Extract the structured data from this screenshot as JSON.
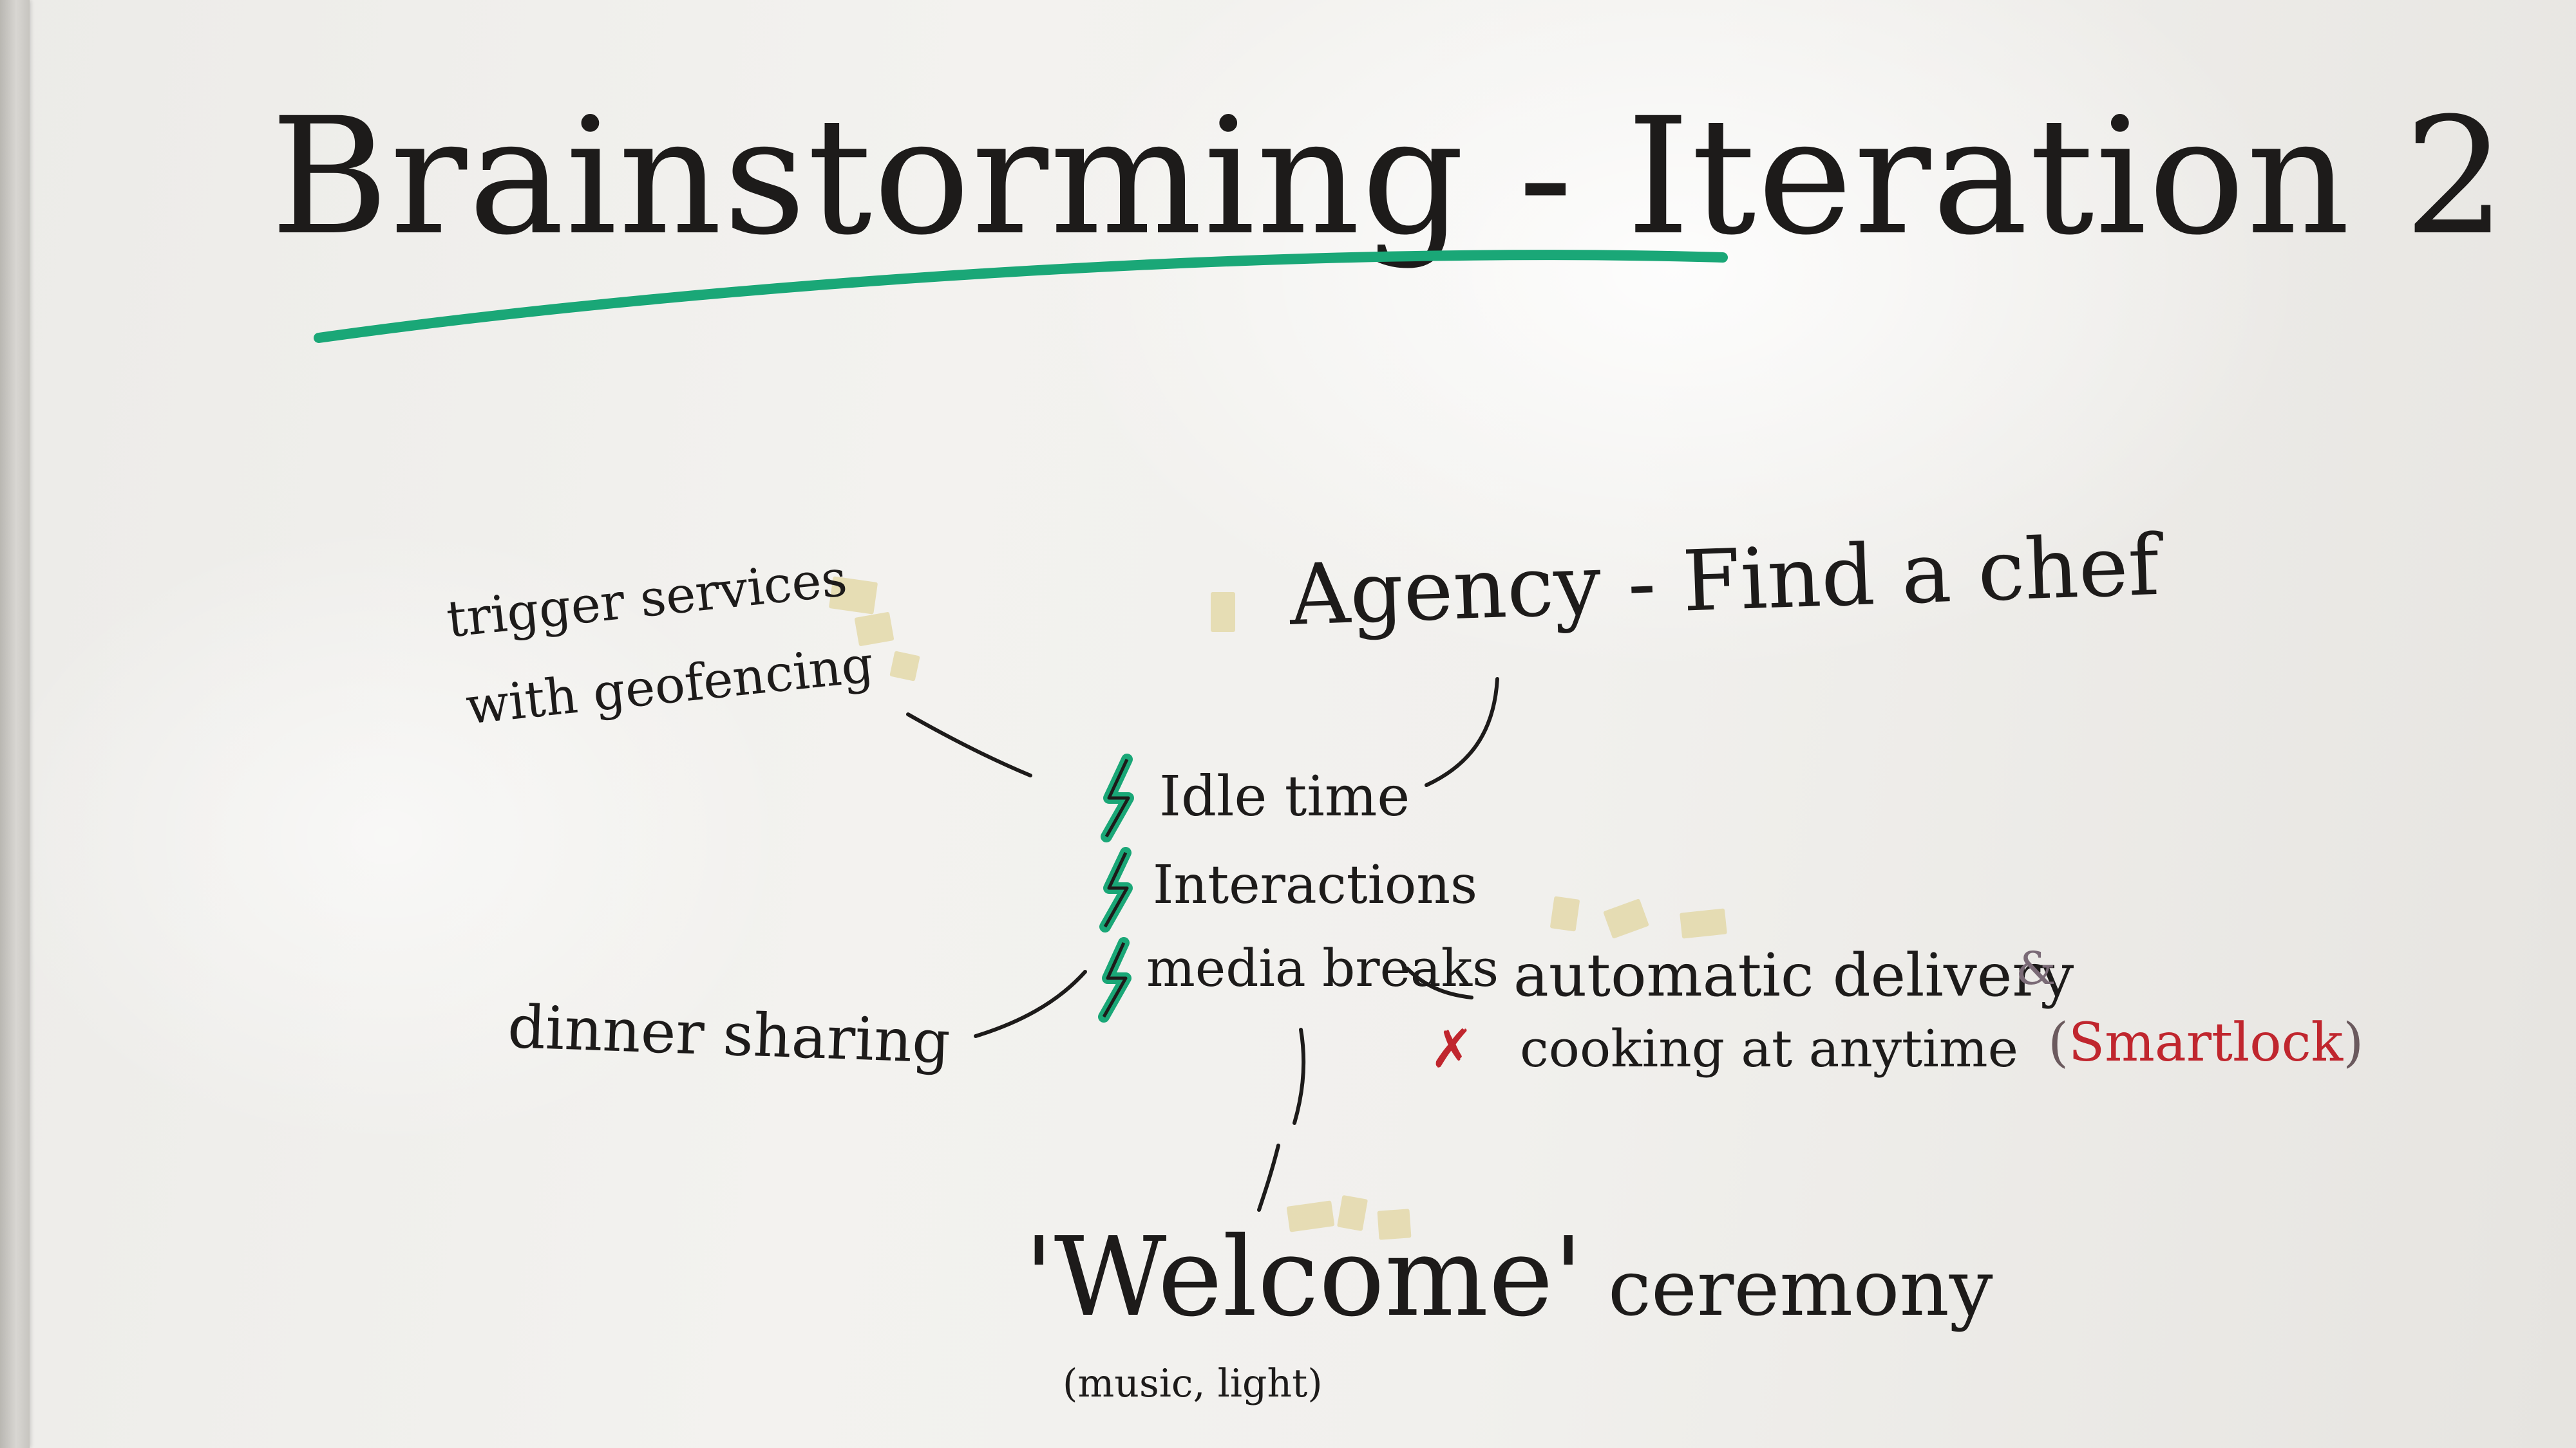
{
  "board": {
    "title": "Brainstorming - Iteration 2",
    "underline_color": "#1aa777",
    "center_items": [
      "Idle time",
      "Interactions",
      "media breaks"
    ],
    "ideas": {
      "trigger_line1": "trigger services",
      "trigger_line2": "with geofencing",
      "agency": "Agency - Find a chef",
      "dinner": "dinner sharing",
      "delivery_line1": "automatic delivery",
      "delivery_amp": "&",
      "delivery_line2": "cooking at anytime",
      "smartlock_open": "(",
      "smartlock": "Smartlock",
      "smartlock_close": ")",
      "cross_mark": "✗",
      "welcome_main": "'Welcome'",
      "welcome_rest": " ceremony",
      "welcome_note": "(music, light)"
    },
    "colors": {
      "ink_black": "#1d1b1a",
      "ink_green": "#1aa777",
      "ink_red": "#c0262e",
      "tape": "#e2d6a0"
    },
    "icons": {
      "bolt": "lightning-bolt-icon"
    }
  }
}
